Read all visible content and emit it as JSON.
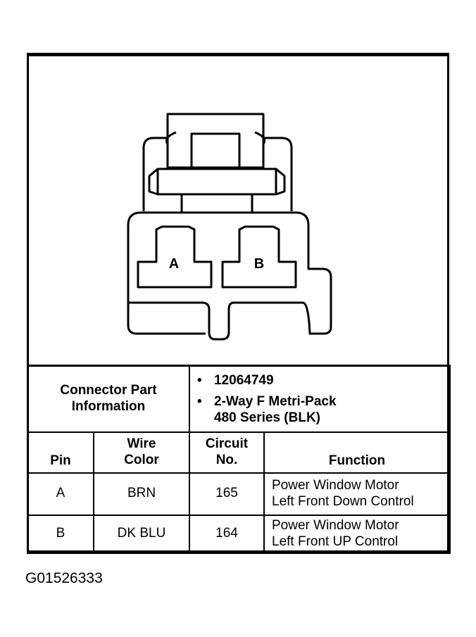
{
  "connector": {
    "pins": [
      "A",
      "B"
    ]
  },
  "info": {
    "label_line1": "Connector Part",
    "label_line2": "Information",
    "items": [
      "12064749",
      "2-Way F Metri-Pack",
      "480 Series (BLK)"
    ]
  },
  "headers": {
    "pin": "Pin",
    "wire_line1": "Wire",
    "wire_line2": "Color",
    "circuit_line1": "Circuit",
    "circuit_line2": "No.",
    "function": "Function"
  },
  "rows": [
    {
      "pin": "A",
      "wire": "BRN",
      "circuit": "165",
      "function_line1": "Power Window Motor",
      "function_line2": "Left Front Down Control"
    },
    {
      "pin": "B",
      "wire": "DK BLU",
      "circuit": "164",
      "function_line1": "Power Window Motor",
      "function_line2": "Left Front UP Control"
    }
  ],
  "figure_id": "G01526333"
}
